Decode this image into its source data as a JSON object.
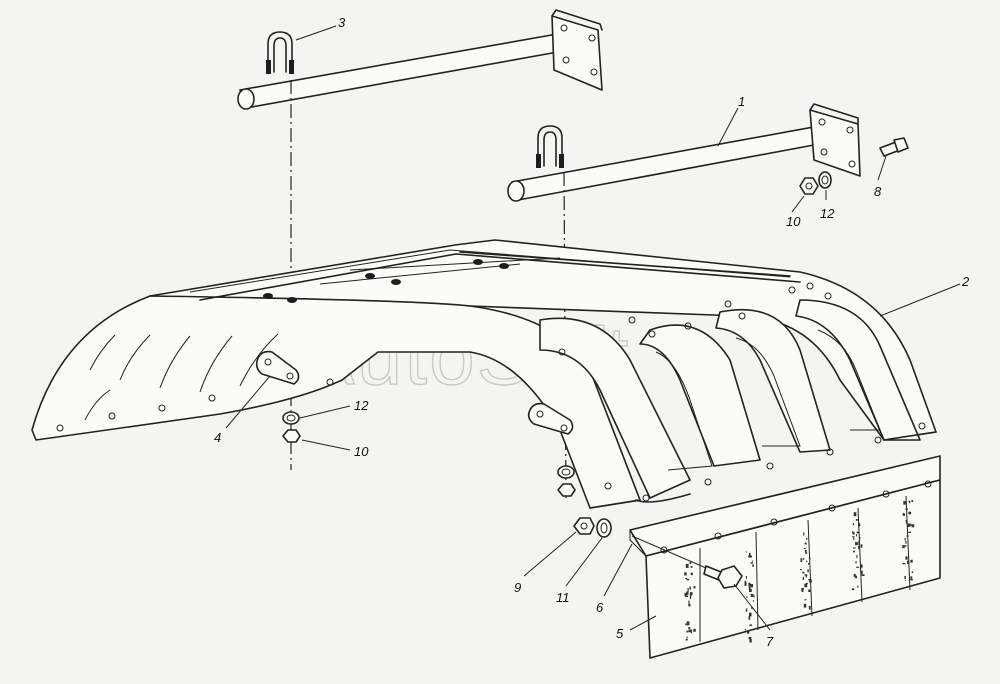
{
  "watermark": "AutoSoft",
  "callouts": [
    {
      "id": "c1",
      "text": "1"
    },
    {
      "id": "c2",
      "text": "2"
    },
    {
      "id": "c3",
      "text": "3"
    },
    {
      "id": "c4",
      "text": "4"
    },
    {
      "id": "c5",
      "text": "5"
    },
    {
      "id": "c6",
      "text": "6"
    },
    {
      "id": "c7",
      "text": "7"
    },
    {
      "id": "c8",
      "text": "8"
    },
    {
      "id": "c9",
      "text": "9"
    },
    {
      "id": "c10a",
      "text": "10"
    },
    {
      "id": "c10b",
      "text": "10"
    },
    {
      "id": "c11",
      "text": "11"
    },
    {
      "id": "c12a",
      "text": "12"
    },
    {
      "id": "c12b",
      "text": "12"
    }
  ]
}
